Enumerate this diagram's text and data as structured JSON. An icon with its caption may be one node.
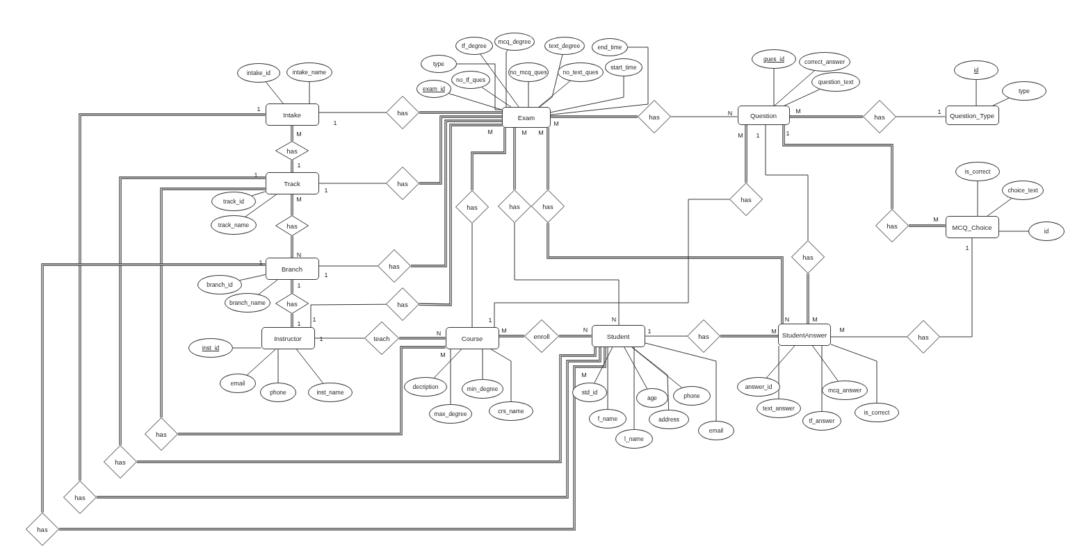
{
  "diagram": {
    "nodes": [
      {
        "text": [
          "Intake"
        ]
      },
      {
        "text": [
          "Track"
        ]
      },
      {
        "text": [
          "Branch"
        ]
      },
      {
        "text": [
          "Instructor"
        ]
      },
      {
        "text": [
          "Course"
        ]
      },
      {
        "text": [
          "Student"
        ]
      },
      {
        "text": [
          "StudentAnswer"
        ]
      },
      {
        "text": [
          "Exam"
        ]
      },
      {
        "text": [
          "Question"
        ]
      },
      {
        "text": [
          "Question_Type"
        ]
      },
      {
        "text": [
          "MCQ_Choice"
        ]
      },
      {
        "text": [
          "has"
        ]
      },
      {
        "text": [
          "has"
        ]
      },
      {
        "text": [
          "has"
        ]
      },
      {
        "text": [
          "has"
        ]
      },
      {
        "text": [
          "has"
        ]
      },
      {
        "text": [
          "has"
        ]
      },
      {
        "text": [
          "has"
        ]
      },
      {
        "text": [
          "has"
        ]
      },
      {
        "text": [
          "has"
        ]
      },
      {
        "text": [
          "has"
        ]
      },
      {
        "text": [
          "has"
        ]
      },
      {
        "text": [
          "has"
        ]
      },
      {
        "text": [
          "has"
        ]
      },
      {
        "text": [
          "has"
        ]
      },
      {
        "text": [
          "has"
        ]
      },
      {
        "text": [
          "teach"
        ]
      },
      {
        "text": [
          "enroll"
        ]
      },
      {
        "text": [
          "has"
        ]
      },
      {
        "text": [
          "has"
        ]
      },
      {
        "text": [
          "has"
        ]
      },
      {
        "text": [
          "has"
        ]
      },
      {
        "text": [
          "has"
        ]
      },
      {
        "text": [
          "has"
        ]
      },
      {
        "text": [
          "intake_id"
        ]
      },
      {
        "text": [
          "intake_name"
        ]
      },
      {
        "text": [
          "track_id"
        ]
      },
      {
        "text": [
          "track_name"
        ]
      },
      {
        "text": [
          "branch_id"
        ]
      },
      {
        "text": [
          "branch_name"
        ]
      },
      {
        "text": [
          "inst_id"
        ]
      },
      {
        "text": [
          "email"
        ]
      },
      {
        "text": [
          "phone"
        ]
      },
      {
        "text": [
          "inst_name"
        ]
      },
      {
        "text": [
          "type"
        ]
      },
      {
        "text": [
          "tf_degree"
        ]
      },
      {
        "text": [
          "mcq_degree"
        ]
      },
      {
        "text": [
          "text_degree"
        ]
      },
      {
        "text": [
          "end_time"
        ]
      },
      {
        "text": [
          "no_tf_ques"
        ]
      },
      {
        "text": [
          "no_mcq_ques"
        ]
      },
      {
        "text": [
          "no_text_ques"
        ]
      },
      {
        "text": [
          "start_time"
        ]
      },
      {
        "text": [
          "exam_id"
        ]
      },
      {
        "text": [
          "ques_id"
        ]
      },
      {
        "text": [
          "correct_answer"
        ]
      },
      {
        "text": [
          "question_text"
        ]
      },
      {
        "text": [
          "id"
        ]
      },
      {
        "text": [
          "type"
        ]
      },
      {
        "text": [
          "is_correct"
        ]
      },
      {
        "text": [
          "choice_text"
        ]
      },
      {
        "text": [
          "id"
        ]
      },
      {
        "text": [
          "decription"
        ]
      },
      {
        "text": [
          "max_degree"
        ]
      },
      {
        "text": [
          "min_degree"
        ]
      },
      {
        "text": [
          "crs_name"
        ]
      },
      {
        "text": [
          "std_id"
        ]
      },
      {
        "text": [
          "f_name"
        ]
      },
      {
        "text": [
          "age"
        ]
      },
      {
        "text": [
          "l_name"
        ]
      },
      {
        "text": [
          "address"
        ]
      },
      {
        "text": [
          "phone"
        ]
      },
      {
        "text": [
          "email"
        ]
      },
      {
        "text": [
          "answer_id"
        ]
      },
      {
        "text": [
          "text_answer"
        ]
      },
      {
        "text": [
          "tf_answer"
        ]
      },
      {
        "text": [
          "mcq_answer"
        ]
      },
      {
        "text": [
          "is_correct"
        ]
      }
    ],
    "edges": [
      {
        "from": 0,
        "to": 11,
        "arrow": "none",
        "style": "thick"
      },
      {
        "from": 11,
        "to": 1,
        "arrow": "none",
        "style": "thick"
      },
      {
        "from": 1,
        "to": 12,
        "arrow": "none",
        "style": "thick"
      },
      {
        "from": 12,
        "to": 2,
        "arrow": "none",
        "style": "thick"
      },
      {
        "from": 2,
        "to": 13,
        "arrow": "none",
        "style": "thick"
      },
      {
        "from": 13,
        "to": 3,
        "arrow": "none",
        "style": "thick"
      },
      {
        "from": 0,
        "to": 14,
        "arrow": "none"
      },
      {
        "from": 14,
        "to": 7,
        "arrow": "none",
        "style": "thick"
      },
      {
        "from": 1,
        "to": 15,
        "arrow": "none"
      },
      {
        "from": 15,
        "to": 7,
        "arrow": "none",
        "style": "thick"
      },
      {
        "from": 2,
        "to": 16,
        "arrow": "none"
      },
      {
        "from": 16,
        "to": 7,
        "arrow": "none",
        "style": "thick"
      },
      {
        "from": 3,
        "to": 17,
        "arrow": "none"
      },
      {
        "from": 17,
        "to": 7,
        "arrow": "none",
        "style": "thick"
      },
      {
        "from": 7,
        "to": 18,
        "arrow": "none",
        "style": "thick"
      },
      {
        "from": 18,
        "to": 4,
        "arrow": "none"
      },
      {
        "from": 7,
        "to": 19,
        "arrow": "none",
        "style": "thick"
      },
      {
        "from": 19,
        "to": 5,
        "arrow": "none"
      },
      {
        "from": 7,
        "to": 20,
        "arrow": "none",
        "style": "thick"
      },
      {
        "from": 20,
        "to": 6,
        "arrow": "none",
        "style": "thick"
      },
      {
        "from": 7,
        "to": 21,
        "arrow": "none",
        "style": "thick"
      },
      {
        "from": 21,
        "to": 8,
        "arrow": "none"
      },
      {
        "from": 8,
        "to": 22,
        "arrow": "none",
        "style": "thick"
      },
      {
        "from": 22,
        "to": 4,
        "arrow": "none"
      },
      {
        "from": 8,
        "to": 23,
        "arrow": "none",
        "style": "thick"
      },
      {
        "from": 23,
        "to": 9,
        "arrow": "none"
      },
      {
        "from": 8,
        "to": 24,
        "arrow": "none",
        "style": "thick"
      },
      {
        "from": 24,
        "to": 10,
        "arrow": "none",
        "style": "thick"
      },
      {
        "from": 8,
        "to": 25,
        "arrow": "none"
      },
      {
        "from": 25,
        "to": 6,
        "arrow": "none",
        "style": "thick"
      },
      {
        "from": 3,
        "to": 26,
        "arrow": "none"
      },
      {
        "from": 26,
        "to": 4,
        "arrow": "none",
        "style": "thick"
      },
      {
        "from": 4,
        "to": 27,
        "arrow": "none",
        "style": "thick"
      },
      {
        "from": 27,
        "to": 5,
        "arrow": "none",
        "style": "thick"
      },
      {
        "from": 5,
        "to": 28,
        "arrow": "none"
      },
      {
        "from": 28,
        "to": 6,
        "arrow": "none",
        "style": "thick"
      },
      {
        "from": 6,
        "to": 29,
        "arrow": "none"
      },
      {
        "from": 29,
        "to": 10,
        "arrow": "none"
      },
      {
        "from": 1,
        "to": 30,
        "arrow": "none",
        "style": "thick"
      },
      {
        "from": 30,
        "to": 4,
        "arrow": "none",
        "style": "thick"
      },
      {
        "from": 1,
        "to": 31,
        "arrow": "none",
        "style": "thick"
      },
      {
        "from": 31,
        "to": 5,
        "arrow": "none",
        "style": "thick"
      },
      {
        "from": 0,
        "to": 32,
        "arrow": "none",
        "style": "thick"
      },
      {
        "from": 32,
        "to": 5,
        "arrow": "none",
        "style": "thick"
      },
      {
        "from": 2,
        "to": 33,
        "arrow": "none",
        "style": "thick"
      },
      {
        "from": 33,
        "to": 5,
        "arrow": "none",
        "style": "thick"
      },
      {
        "from": 0,
        "to": 34,
        "arrow": "none"
      },
      {
        "from": 0,
        "to": 35,
        "arrow": "none"
      },
      {
        "from": 1,
        "to": 36,
        "arrow": "none"
      },
      {
        "from": 1,
        "to": 37,
        "arrow": "none"
      },
      {
        "from": 2,
        "to": 38,
        "arrow": "none"
      },
      {
        "from": 2,
        "to": 39,
        "arrow": "none"
      },
      {
        "from": 3,
        "to": 40,
        "arrow": "none"
      },
      {
        "from": 3,
        "to": 41,
        "arrow": "none"
      },
      {
        "from": 3,
        "to": 42,
        "arrow": "none"
      },
      {
        "from": 3,
        "to": 43,
        "arrow": "none"
      },
      {
        "from": 7,
        "to": 44,
        "arrow": "none"
      },
      {
        "from": 7,
        "to": 45,
        "arrow": "none"
      },
      {
        "from": 7,
        "to": 46,
        "arrow": "none"
      },
      {
        "from": 7,
        "to": 47,
        "arrow": "none"
      },
      {
        "from": 7,
        "to": 48,
        "arrow": "none"
      },
      {
        "from": 7,
        "to": 49,
        "arrow": "none"
      },
      {
        "from": 7,
        "to": 50,
        "arrow": "none"
      },
      {
        "from": 7,
        "to": 51,
        "arrow": "none"
      },
      {
        "from": 7,
        "to": 52,
        "arrow": "none"
      },
      {
        "from": 7,
        "to": 53,
        "arrow": "none"
      },
      {
        "from": 8,
        "to": 54,
        "arrow": "none"
      },
      {
        "from": 8,
        "to": 55,
        "arrow": "none"
      },
      {
        "from": 8,
        "to": 56,
        "arrow": "none"
      },
      {
        "from": 9,
        "to": 57,
        "arrow": "none"
      },
      {
        "from": 9,
        "to": 58,
        "arrow": "none"
      },
      {
        "from": 10,
        "to": 59,
        "arrow": "none"
      },
      {
        "from": 10,
        "to": 60,
        "arrow": "none"
      },
      {
        "from": 10,
        "to": 61,
        "arrow": "none"
      },
      {
        "from": 4,
        "to": 62,
        "arrow": "none"
      },
      {
        "from": 4,
        "to": 63,
        "arrow": "none"
      },
      {
        "from": 4,
        "to": 64,
        "arrow": "none"
      },
      {
        "from": 4,
        "to": 65,
        "arrow": "none"
      },
      {
        "from": 5,
        "to": 66,
        "arrow": "none"
      },
      {
        "from": 5,
        "to": 67,
        "arrow": "none"
      },
      {
        "from": 5,
        "to": 68,
        "arrow": "none"
      },
      {
        "from": 5,
        "to": 69,
        "arrow": "none"
      },
      {
        "from": 5,
        "to": 70,
        "arrow": "none"
      },
      {
        "from": 5,
        "to": 71,
        "arrow": "none"
      },
      {
        "from": 5,
        "to": 72,
        "arrow": "none"
      },
      {
        "from": 6,
        "to": 73,
        "arrow": "none"
      },
      {
        "from": 6,
        "to": 74,
        "arrow": "none"
      },
      {
        "from": 6,
        "to": 75,
        "arrow": "none"
      },
      {
        "from": 6,
        "to": 76,
        "arrow": "none"
      },
      {
        "from": 6,
        "to": 77,
        "arrow": "none"
      }
    ],
    "labels": [
      "1",
      "N",
      "M",
      "1",
      "1",
      "M",
      "M",
      "M",
      "M",
      "M",
      "M",
      "1",
      "1",
      "1",
      "1",
      "1",
      "M",
      "M",
      "1",
      "N",
      "1",
      "1",
      "1",
      "1",
      "1",
      "1",
      "N",
      "N",
      "M",
      "1",
      "N",
      "M",
      "N",
      "1",
      "M",
      "M",
      "M",
      "M"
    ]
  }
}
